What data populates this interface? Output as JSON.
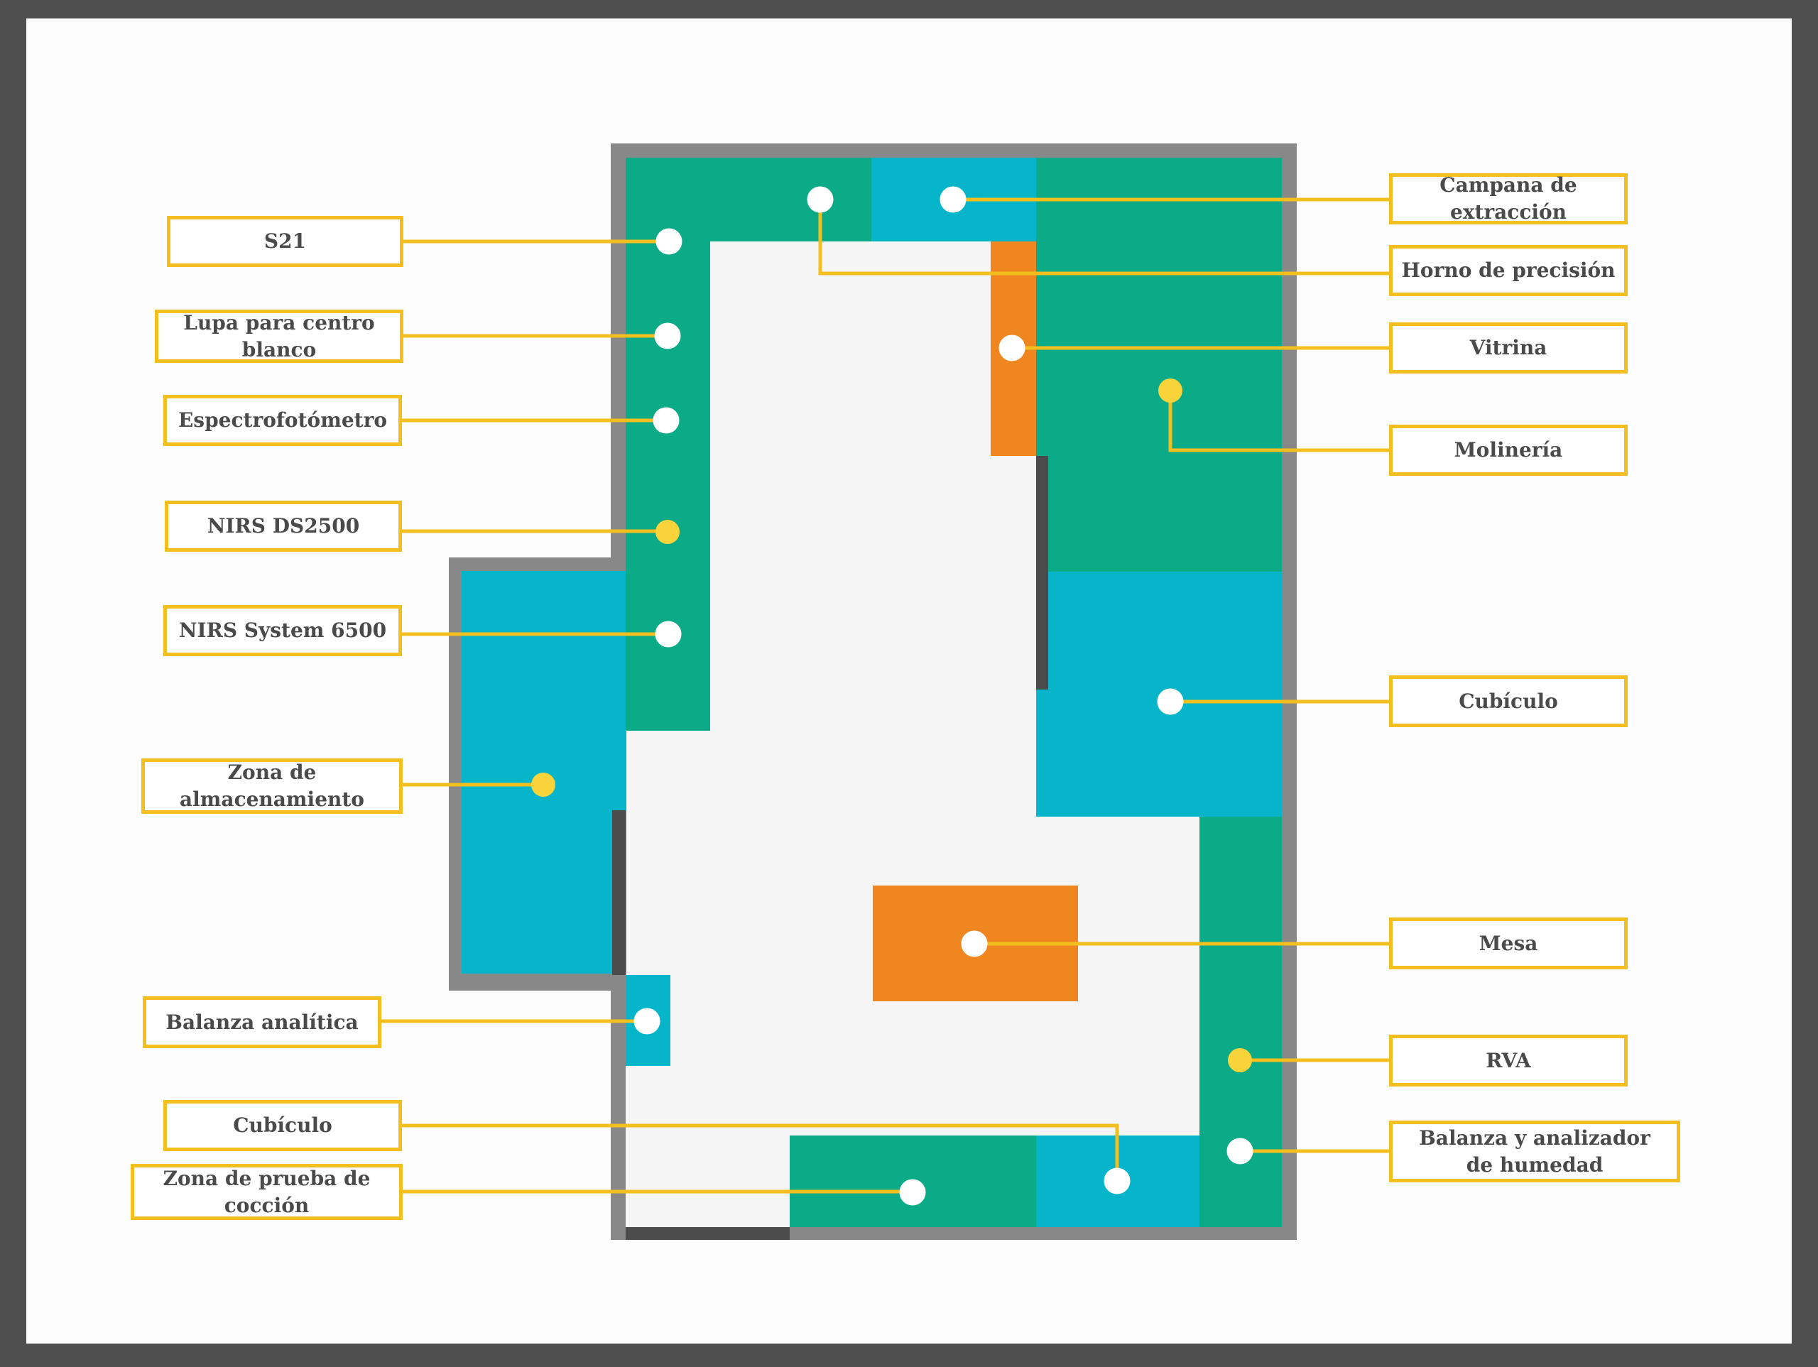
{
  "colors": {
    "frame": "#4f4f4f",
    "page": "#fdfdfd",
    "wall": "#888888",
    "floor": "#f5f5f5",
    "green": "#0aab86",
    "cyan": "#06b5c9",
    "orange": "#f0861f",
    "yellow": "#f2bf1f",
    "dark_segment": "#4b4b4b"
  },
  "labels": {
    "s21": "S21",
    "lupa": "Lupa para centro blanco",
    "espectro": "Espectrofotómetro",
    "nirs_ds2500": "NIRS DS2500",
    "nirs_6500": "NIRS System 6500",
    "almacenamiento": "Zona de almacenamiento",
    "balanza_analitica": "Balanza analítica",
    "cubiculo_bottom": "Cubículo",
    "prueba_coccion": "Zona de prueba de cocción",
    "campana": "Campana de extracción",
    "horno": "Horno de precisión",
    "vitrina": "Vitrina",
    "molineria": "Molinería",
    "cubiculo_right": "Cubículo",
    "mesa": "Mesa",
    "rva": "RVA",
    "balanza_humedad": "Balanza y analizador de humedad"
  }
}
